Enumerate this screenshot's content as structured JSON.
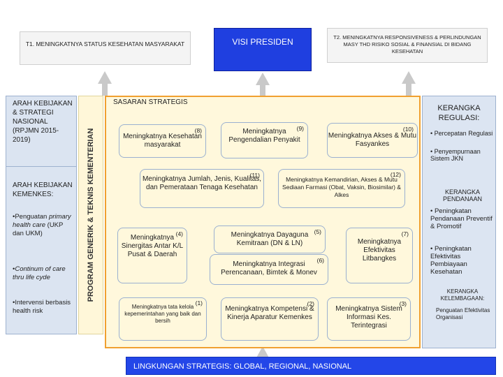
{
  "header": {
    "t1": "T1. MENINGKATNYA STATUS KESEHATAN MASYARAKAT",
    "visi": "VISI PRESIDEN",
    "t2": "T2. MENINGKATNYA RESPONSIVENESS & PERLINDUNGAN MASY THD RISIKO SOSIAL & FINANSIAL DI BIDANG KESEHATAN"
  },
  "left": {
    "arah_title": "ARAH KEBIJAKAN & STRATEGI NASIONAL (RPJMN 2015-2019)",
    "kemenkes_title": "ARAH KEBIJAKAN KEMENKES:",
    "bullets": [
      {
        "pre": "•Penguatan ",
        "it": "primary health care",
        "post": " (UKP dan UKM)"
      },
      {
        "pre": "•",
        "it": "Continum of care thru life cyde",
        "post": ""
      },
      {
        "pre": "•Intervensi berbasis ",
        "it": "",
        "post": "health risk"
      }
    ]
  },
  "vertical_label": "PROGRAM GENERIK & TEKNIS KEMENTERIAN",
  "main": {
    "title": "SASARAN STRATEGIS",
    "boxes": [
      {
        "text": "Meningkatnya Kesehatan masyarakat",
        "num": "(8)"
      },
      {
        "text": "Meningkatnya Pengendalian Penyakit",
        "num": "(9)"
      },
      {
        "text": "Meningkatnya Akses & Mutu Fasyankes",
        "num": "(10)"
      },
      {
        "text": "Meningkatnya Jumlah, Jenis, Kualitas, dan Pemerataan Tenaga Kesehatan",
        "num": "(11)"
      },
      {
        "text": "Meningkatnya Kemandirian, Akses & Mutu Sediaan Farmasi (Obat, Vaksin, Biosimilar) & Alkes",
        "num": "(12)"
      },
      {
        "text": "Meningkatnya Sinergitas Antar K/L Pusat & Daerah",
        "num": "(4)"
      },
      {
        "text": "Meningkatnya Dayaguna Kemitraan (DN & LN)",
        "num": "(5)"
      },
      {
        "text": "Meningkatnya Efektivitas Litbangkes",
        "num": "(7)"
      },
      {
        "text": "Meningkatnya Integrasi Perencanaan, Bimtek & Monev",
        "num": "(6)"
      },
      {
        "text": "Meningkatnya tata kelola kepemerintahan yang baik dan bersih",
        "num": "(1)"
      },
      {
        "text": "Meningkatnya Kompetensi & Kinerja Aparatur Kemenkes",
        "num": "(2)"
      },
      {
        "text": "Meningkatnya Sistem Informasi Kes. Terintegrasi",
        "num": "(3)"
      }
    ]
  },
  "right": {
    "kerangka_regulasi": "KERANGKA REGULASI:",
    "regulasi_items": [
      "Percepatan Regulasi",
      "Penyempurnaan Sistem JKN"
    ],
    "kerangka_pendanaan": "KERANGKA PENDANAAN",
    "pendanaan_items": [
      "Peningkatan Pendanaan Preventif & Promotif",
      "Peningkatan Efektivitas Pembiayaan Kesehatan"
    ],
    "kerangka_kelembagaan": "KERANGKA KELEMBAGAAN:",
    "kelembagaan_text": "Penguatan Efektivitas Organisasi"
  },
  "bottom": "LINGKUNGAN STRATEGIS: GLOBAL, REGIONAL, NASIONAL"
}
